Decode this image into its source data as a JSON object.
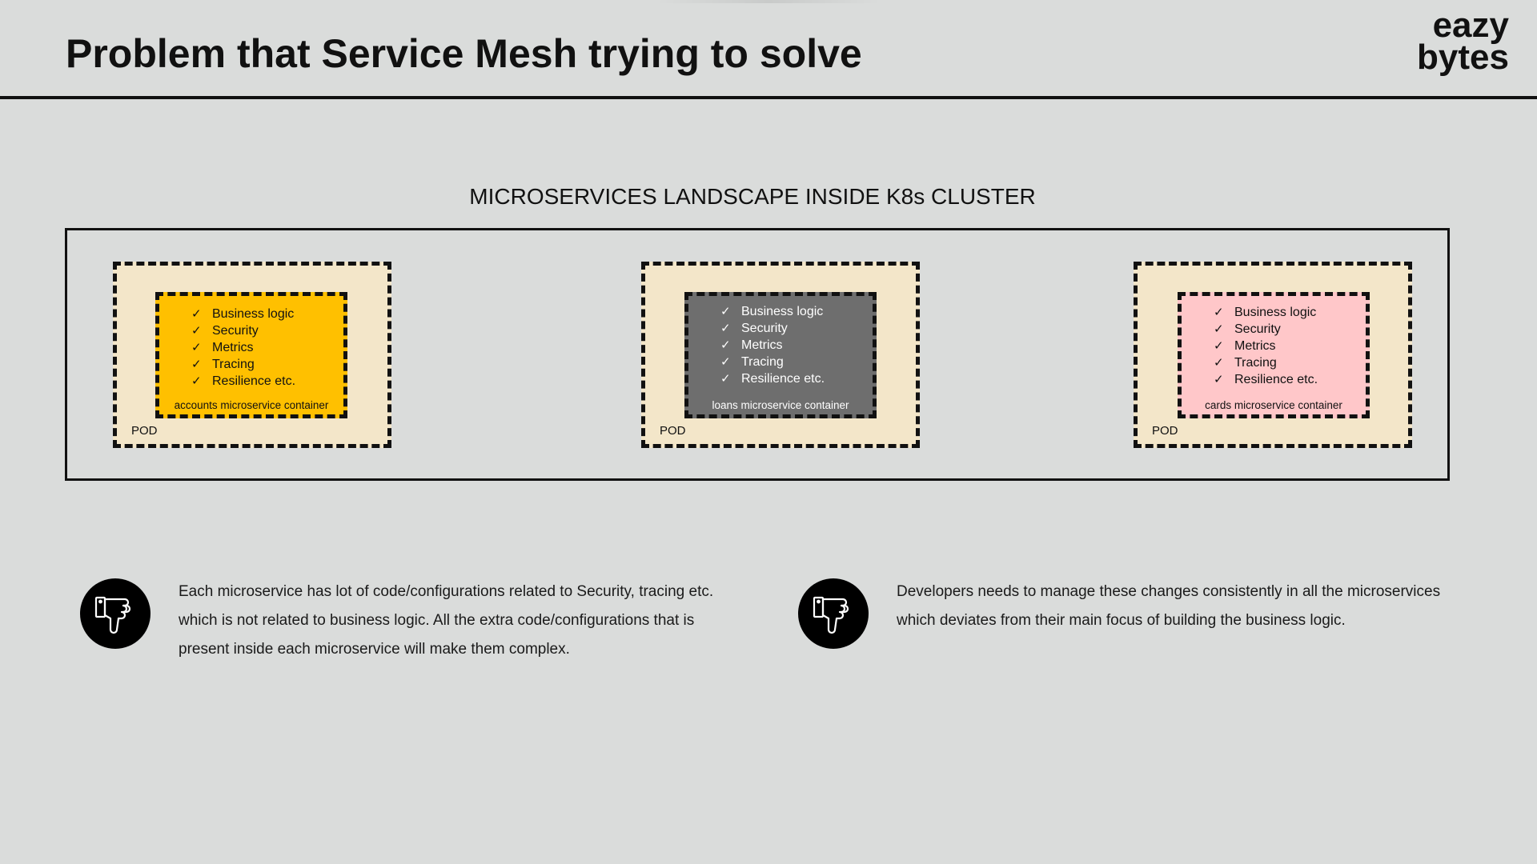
{
  "header": {
    "title": "Problem that Service Mesh trying to solve",
    "logo_line1": "eazy",
    "logo_line2": "bytes"
  },
  "diagram": {
    "subtitle": "MICROSERVICES LANDSCAPE INSIDE K8s CLUSTER",
    "pods": [
      {
        "pod_label": "POD",
        "container_label": "accounts microservice container",
        "color": "#ffc000",
        "items": [
          "Business logic",
          "Security",
          "Metrics",
          "Tracing",
          "Resilience etc."
        ]
      },
      {
        "pod_label": "POD",
        "container_label": "loans microservice container",
        "color": "#6e6e6e",
        "items": [
          "Business logic",
          "Security",
          "Metrics",
          "Tracing",
          "Resilience etc."
        ]
      },
      {
        "pod_label": "POD",
        "container_label": "cards microservice container",
        "color": "#ffc7c9",
        "items": [
          "Business logic",
          "Security",
          "Metrics",
          "Tracing",
          "Resilience etc."
        ]
      }
    ],
    "check_glyph": "✓"
  },
  "notes": [
    {
      "icon": "thumbs-down-icon",
      "text": "Each microservice has lot of code/configurations related to Security, tracing etc. which is not related to business logic. All the extra code/configurations that is present inside each microservice will make them complex."
    },
    {
      "icon": "thumbs-down-icon",
      "text": "Developers needs to manage these changes consistently in all the microservices which deviates from their main focus of building the business logic."
    }
  ]
}
